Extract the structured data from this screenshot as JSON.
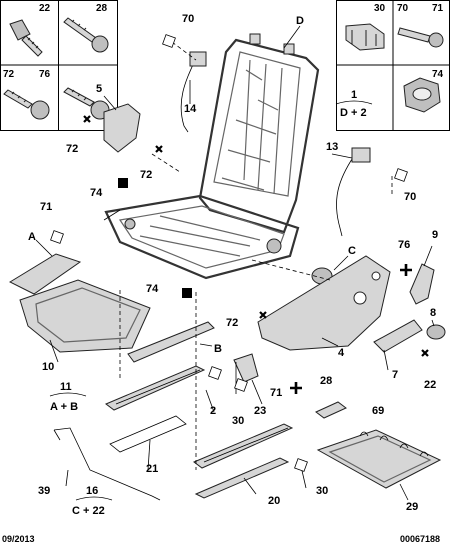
{
  "footer": {
    "date": "09/2013",
    "ref": "00067188"
  },
  "inset_left": {
    "labels": [
      "22",
      "28",
      "72",
      "76"
    ]
  },
  "inset_right": {
    "labels": [
      "30",
      "70",
      "71",
      "74"
    ]
  },
  "callouts": {
    "c70a": "70",
    "cD": "D",
    "c5": "5",
    "c14": "14",
    "c72a": "72",
    "c72b": "72",
    "c74a": "74",
    "c13": "13",
    "c70b": "70",
    "c71": "71",
    "cA": "A",
    "cC": "C",
    "c76": "76",
    "c9": "9",
    "c74b": "74",
    "c72c": "72",
    "c8": "8",
    "c10": "10",
    "cB": "B",
    "c4": "4",
    "c7": "7",
    "c22": "22",
    "c28": "28",
    "c69": "69",
    "c71b": "71",
    "c23": "23",
    "c2": "2",
    "c30a": "30",
    "c21": "21",
    "c39": "39",
    "c20": "20",
    "c30b": "30",
    "c29": "29"
  },
  "groups": [
    {
      "top": "1",
      "bottom": "D + 2"
    },
    {
      "top": "11",
      "bottom": "A + B"
    },
    {
      "top": "16",
      "bottom": "C + 22"
    }
  ]
}
